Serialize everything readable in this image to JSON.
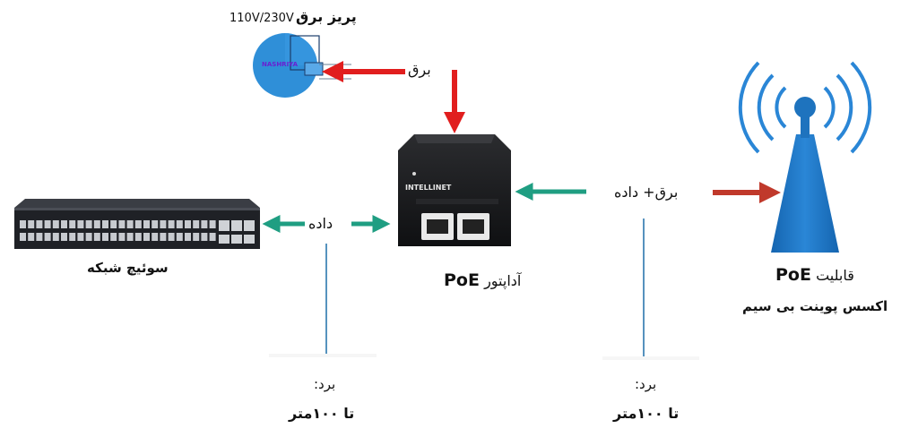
{
  "outlet": {
    "voltage": "110V/230V",
    "title": "پریز برق",
    "brand": "NASHRIYA"
  },
  "power_label": "برق",
  "adapter": {
    "brand": "INTELLINET",
    "caption_main": "آداپتور",
    "caption_poe": "PoE"
  },
  "switch": {
    "caption": "سوئیچ شبکه"
  },
  "data_label": "داده",
  "power_data_label": "برق+ داده",
  "access_point": {
    "caption_main": "قابلیت",
    "caption_poe": "PoE",
    "caption_sub": "اکسس پوینت بی سیم"
  },
  "range_left": {
    "label": "برد:",
    "value": "تا ۱۰۰متر"
  },
  "range_right": {
    "label": "برد:",
    "value": "تا ۱۰۰متر"
  },
  "colors": {
    "power_arrow": "#e11e1e",
    "data_arrow": "#1f9e82",
    "poe_arrow": "#c0392b",
    "divider": "#1e6fa8",
    "tower_blue": "#1e73be",
    "device_dark": "#1b1c1e",
    "outlet_blue": "#2f8fd8"
  }
}
